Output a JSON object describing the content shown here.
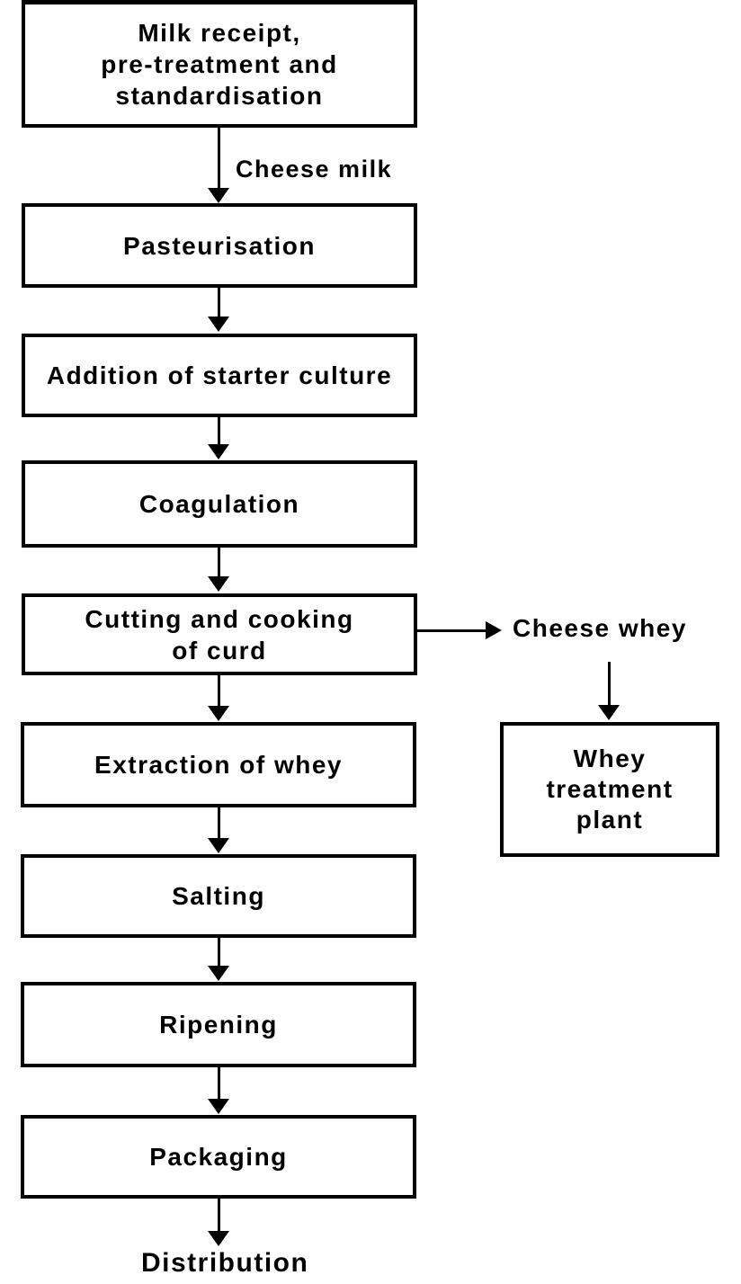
{
  "flowchart": {
    "background": "#ffffff",
    "line_color": "#000000",
    "nodes": {
      "milk_receipt": {
        "line1": "Milk receipt,",
        "line2": "pre-treatment and",
        "line3": "standardisation"
      },
      "pasteurisation": {
        "label": "Pasteurisation"
      },
      "starter_culture": {
        "label": "Addition of starter culture"
      },
      "coagulation": {
        "label": "Coagulation"
      },
      "cutting_cooking": {
        "line1": "Cutting and cooking",
        "line2": "of curd"
      },
      "extraction": {
        "label": "Extraction of whey"
      },
      "salting": {
        "label": "Salting"
      },
      "ripening": {
        "label": "Ripening"
      },
      "packaging": {
        "label": "Packaging"
      },
      "whey_plant": {
        "line1": "Whey",
        "line2": "treatment",
        "line3": "plant"
      }
    },
    "labels": {
      "cheese_milk": "Cheese milk",
      "cheese_whey": "Cheese whey",
      "distribution": "Distribution"
    }
  }
}
